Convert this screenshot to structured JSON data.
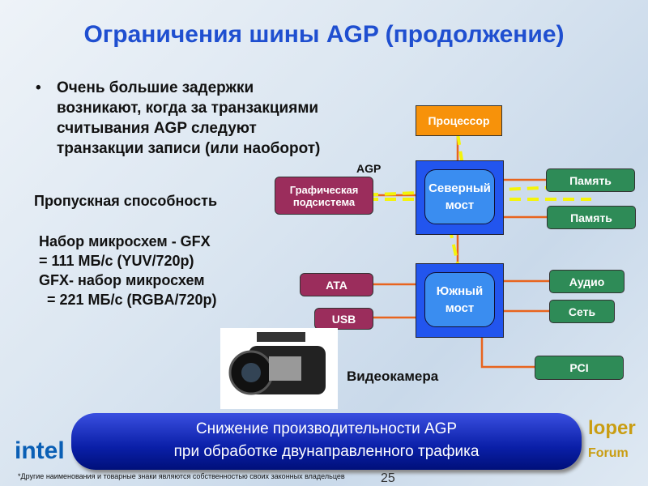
{
  "title": "Ограничения шины AGP (продолжение)",
  "bullet": "Очень большие задержки\nвозникают, когда за транзакциями\nсчитывания AGP следуют\nтранзакции записи (или наоборот)",
  "bandwidth_label": "Пропускная способность",
  "rates": [
    "Набор микросхем - GFX",
    "= 111 МБ/с (YUV/720p)",
    "GFX- набор микросхем",
    "  = 221 МБ/с (RGBA/720p)"
  ],
  "diagram": {
    "cpu": "Процессор",
    "agp": "AGP",
    "graphics": "Графическая подсистема",
    "north": "Северный мост",
    "south": "Южный мост",
    "memory1": "Память",
    "memory2": "Память",
    "ata": "ATA",
    "usb": "USB",
    "audio": "Аудио",
    "network": "Сеть",
    "pci": "PCI",
    "camera": "Видеокамера"
  },
  "banner": [
    "Снижение производительности AGP",
    "при обработке двунаправленного трафика"
  ],
  "footer": "*Другие наименования и товарные знаки являются собственностью своих законных владельцев",
  "page_number": "25",
  "logos": {
    "intel": "intel",
    "developer_forum": "Developer Forum"
  }
}
